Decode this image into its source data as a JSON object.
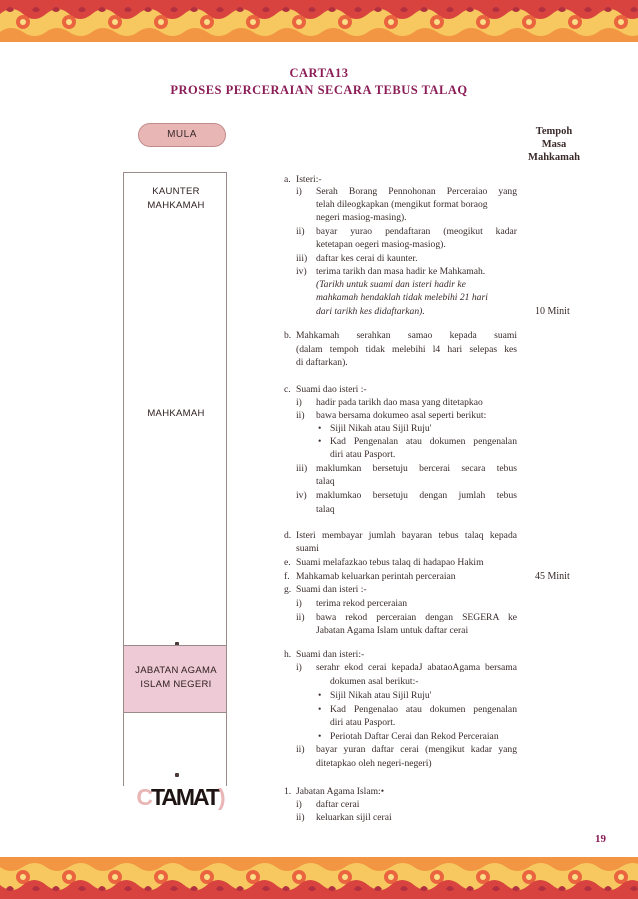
{
  "title": {
    "line1": "CARTA13",
    "line2": "PROSES PERCERAIAN SECARA TEBUS TALAQ"
  },
  "column_header": [
    "Tempoh",
    "Masa",
    "Mahkamah"
  ],
  "flow": {
    "start": "MULA",
    "stages": [
      {
        "lines": [
          "KAUNTER",
          "MAHKAMAH"
        ]
      },
      {
        "lines": [
          "MAHKAMAH"
        ]
      },
      {
        "lines": [
          "JABATAN AGAMA",
          "ISLAM NEGERI"
        ]
      }
    ],
    "end_prefix": "C",
    "end_core": "TAMAT",
    "end_suffix": ")"
  },
  "steps": {
    "a": {
      "marker": "a.",
      "head": "Isteri:-",
      "i_marker": "i)",
      "i": [
        "Serah Borang Pennohonan Perceraiao yang",
        "telah dileogkapkan (mengikut format boraog",
        "negeri masiog-masing)."
      ],
      "ii_marker": "ii)",
      "ii": [
        "bayar yurao pendaftaran (meogikut kadar",
        "ketetapan oegeri masiog-masiog)."
      ],
      "iii_marker": "iii)",
      "iii": "daftar kes cerai di kaunter.",
      "iv_marker": "iv)",
      "iv": "terima tarikh dan masa hadir ke Mahkamah.",
      "note": [
        "(Tarikh untuk suami dan isteri hadir ke",
        "mahkamah hendaklah tidak melebihi 21 hari",
        "dari tarikh kes didaftarkan)."
      ]
    },
    "b": {
      "marker": "b.",
      "lines": [
        "Mahkamah serahkan samao kepada suami",
        "(dalam tempoh tidak melebihi l4 hari selepas kes",
        "di daftarkan)."
      ]
    },
    "c": {
      "marker": "c.",
      "head": "Suami dao isteri :-",
      "i_marker": "i)",
      "i": "hadir pada tarikh dao masa yang ditetapkao",
      "ii_marker": "ii)",
      "ii": "bawa bersama dokumeo asal seperti berikut:",
      "ii_bullets": [
        [
          "Sijil Nikah atau Sijil Ruju'"
        ],
        [
          "Kad Pengenalan atau dokumen pengenalan",
          "diri atau Pasport."
        ]
      ],
      "iii_marker": "iii)",
      "iii": [
        "maklumkan bersetuju bercerai secara tebus",
        "talaq"
      ],
      "iv_marker": "iv)",
      "iv": [
        "maklumkao bersetuju dengan jumlah tebus",
        "talaq"
      ]
    },
    "d": {
      "marker": "d.",
      "lines": [
        "Isteri membayar jumlah bayaran tebus talaq kepada",
        "suami"
      ]
    },
    "e": {
      "marker": "e.",
      "text": "Suami melafazkao tebus talaq di hadapao Hakim"
    },
    "f": {
      "marker": "f.",
      "text": "Mahkamab keluarkan perintah perceraian"
    },
    "g": {
      "marker": "g.",
      "head": "Suami dan isteri :-",
      "i_marker": "i)",
      "i": "terima rekod perceraian",
      "ii_marker": "ii)",
      "ii": [
        "bawa rekod perceraian dengan SEGERA ke",
        "Jabatan Agama Islam untuk daftar cerai"
      ]
    },
    "h": {
      "marker": "h.",
      "head": "Suami dan isteri:-",
      "i_marker": "i)",
      "i": [
        "serahr ekod cerai kepadaJ abataoAgama bersama",
        "dokumen asal berikut:-"
      ],
      "bullets": [
        [
          "Sijil Nikah atau Sijil Ruju'"
        ],
        [
          "Kad Pengenalao atau dokumen pengenalan",
          "diri atau Pasport."
        ],
        [
          "Periotah Daftar Cerai dan Rekod Perceraian"
        ]
      ],
      "ii_marker": "ii)",
      "ii": [
        "bayar yuran daftar cerai (mengikut kadar yang",
        "ditetapkao oleh negeri-negeri)"
      ]
    },
    "i": {
      "marker": "1.",
      "head": "Jabatan Agama Islam:•",
      "i_marker": "i)",
      "i": "daftar cerai",
      "ii_marker": "ii)",
      "ii": "keluarkan sijil cerai"
    }
  },
  "times": [
    "10 Minit",
    "45 Minit"
  ],
  "page_number": "19",
  "colors": {
    "title": "#8b1d57",
    "box_pink": "#eec9d6",
    "mula_pink": "#e9b6b6",
    "band_red": "#c8232c",
    "band_orange": "#f3a23a"
  }
}
